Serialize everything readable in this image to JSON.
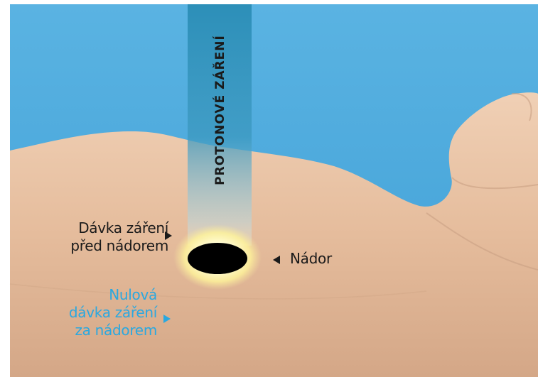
{
  "beam": {
    "label": "PROTONOVÉ ZÁŘENÍ"
  },
  "labels": {
    "dose_before": [
      "Dávka záření",
      "před nádorem"
    ],
    "tumor": "Nádor",
    "zero_dose": [
      "Nulová",
      "dávka záření",
      "za nádorem"
    ]
  },
  "colors": {
    "background": "#4aa9dc",
    "beam": "#2f8fb3",
    "skin": "#e7c1a2",
    "tumor": "#000000",
    "dose_glow": "#fff8b0",
    "label_text": "#1a1a1a",
    "zero_dose_text": "#2aa8e0"
  }
}
